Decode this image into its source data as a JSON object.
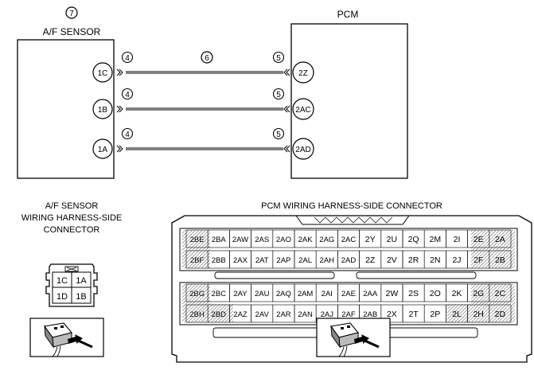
{
  "top_section": {
    "sensor": {
      "callout": "7",
      "title": "A/F SENSOR"
    },
    "pcm": {
      "title": "PCM"
    },
    "wire_callout": "6",
    "terminal_callout": "4",
    "pcm_terminal_callout": "5",
    "wires": [
      {
        "sensor_pin": "1C",
        "pcm_pin": "2Z"
      },
      {
        "sensor_pin": "1B",
        "pcm_pin": "2AC"
      },
      {
        "sensor_pin": "1A",
        "pcm_pin": "2AD"
      }
    ]
  },
  "sensor_connector": {
    "title_lines": [
      "A/F SENSOR",
      "WIRING HARNESS-SIDE",
      "CONNECTOR"
    ],
    "pins": [
      [
        "1C",
        "1A"
      ],
      [
        "1D",
        "1B"
      ]
    ]
  },
  "pcm_connector": {
    "title": "PCM WIRING HARNESS-SIDE CONNECTOR",
    "rows": [
      [
        "2BE",
        "2BA",
        "2AW",
        "2AS",
        "2AO",
        "2AK",
        "2AG",
        "2AC",
        "2Y",
        "2U",
        "2Q",
        "2M",
        "2I",
        "2E",
        "2A"
      ],
      [
        "2BF",
        "2BB",
        "2AX",
        "2AT",
        "2AP",
        "2AL",
        "2AH",
        "2AD",
        "2Z",
        "2V",
        "2R",
        "2N",
        "2J",
        "2F",
        "2B"
      ],
      [
        "2BG",
        "2BC",
        "2AY",
        "2AU",
        "2AQ",
        "2AM",
        "2AI",
        "2AE",
        "2AA",
        "2W",
        "2S",
        "2O",
        "2K",
        "2G",
        "2C"
      ],
      [
        "2BH",
        "2BD",
        "2AZ",
        "2AV",
        "2AR",
        "2AN",
        "2AJ",
        "2AF",
        "2AB",
        "2X",
        "2T",
        "2P",
        "2L",
        "2H",
        "2D"
      ]
    ]
  }
}
